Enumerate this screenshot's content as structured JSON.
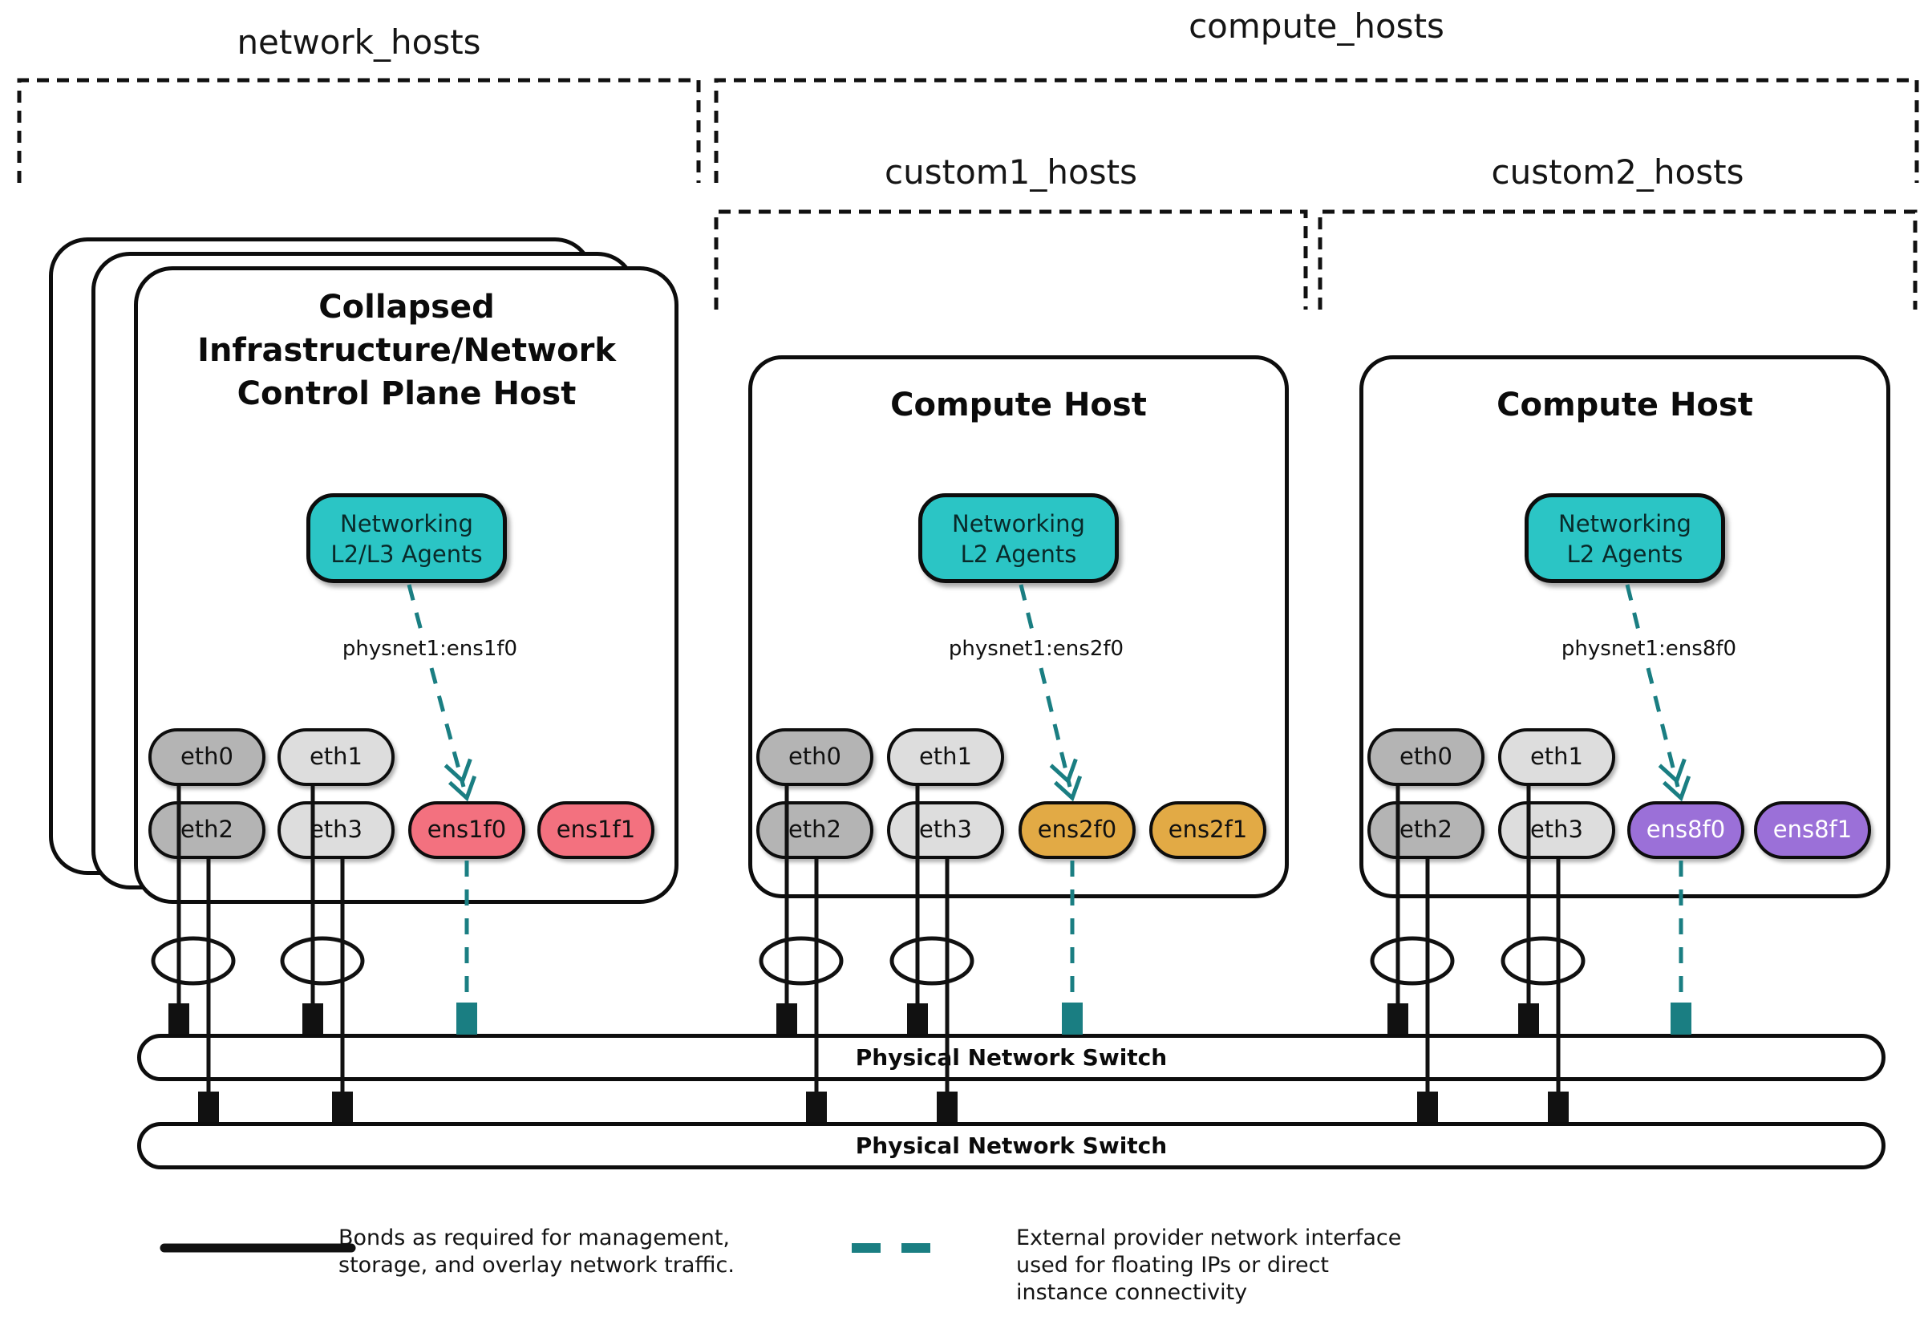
{
  "groups": {
    "network": "network_hosts",
    "compute": "compute_hosts",
    "custom1": "custom1_hosts",
    "custom2": "custom2_hosts"
  },
  "hosts": [
    {
      "id": "collapsed-infra-network-control-plane",
      "title_lines": [
        "Collapsed",
        "Infrastructure/Network",
        "Control Plane Host"
      ],
      "agent_lines": [
        "Networking",
        "L2/L3 Agents"
      ],
      "physnet": "physnet1:ens1f0",
      "nics": [
        "eth0",
        "eth1",
        "eth2",
        "eth3",
        "ens1f0",
        "ens1f1"
      ]
    },
    {
      "id": "compute-host-1",
      "title_lines": [
        "Compute Host"
      ],
      "agent_lines": [
        "Networking",
        "L2 Agents"
      ],
      "physnet": "physnet1:ens2f0",
      "nics": [
        "eth0",
        "eth1",
        "eth2",
        "eth3",
        "ens2f0",
        "ens2f1"
      ]
    },
    {
      "id": "compute-host-2",
      "title_lines": [
        "Compute Host"
      ],
      "agent_lines": [
        "Networking",
        "L2 Agents"
      ],
      "physnet": "physnet1:ens8f0",
      "nics": [
        "eth0",
        "eth1",
        "eth2",
        "eth3",
        "ens8f0",
        "ens8f1"
      ]
    }
  ],
  "switches": [
    {
      "label": "Physical Network Switch"
    },
    {
      "label": "Physical Network Switch"
    }
  ],
  "legend": {
    "bond": {
      "line1": "Bonds as required for management,",
      "line2": "storage, and overlay network traffic."
    },
    "external": {
      "line1": "External provider network interface",
      "line2": "used for floating IPs or direct",
      "line3": "instance connectivity"
    }
  },
  "colors": {
    "agent_teal": "#2bc5c5",
    "external_line_teal": "#1a7e82",
    "nic_pink": "#f3717f",
    "nic_gold": "#e2aa45",
    "nic_purple": "#9b70d8",
    "nic_gray_dark": "#b4b4b4",
    "nic_gray_light": "#dddddd",
    "line_black": "#111111"
  }
}
